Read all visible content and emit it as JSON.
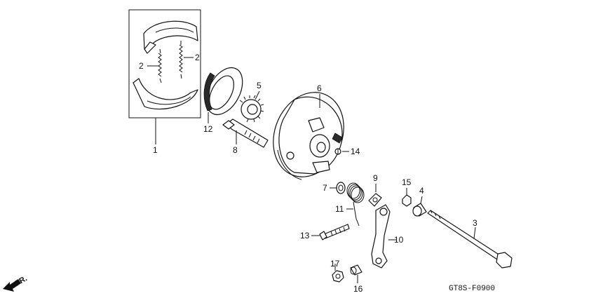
{
  "callouts": {
    "c1": "1",
    "c2a": "2",
    "c2b": "2",
    "c3": "3",
    "c4": "4",
    "c5": "5",
    "c6": "6",
    "c7": "7",
    "c8": "8",
    "c9": "9",
    "c10": "10",
    "c11": "11",
    "c12": "12",
    "c13": "13",
    "c14": "14",
    "c15": "15",
    "c16": "16",
    "c17": "17"
  },
  "front_marker": "FR.",
  "diagram_code": "GT8S-F0900"
}
